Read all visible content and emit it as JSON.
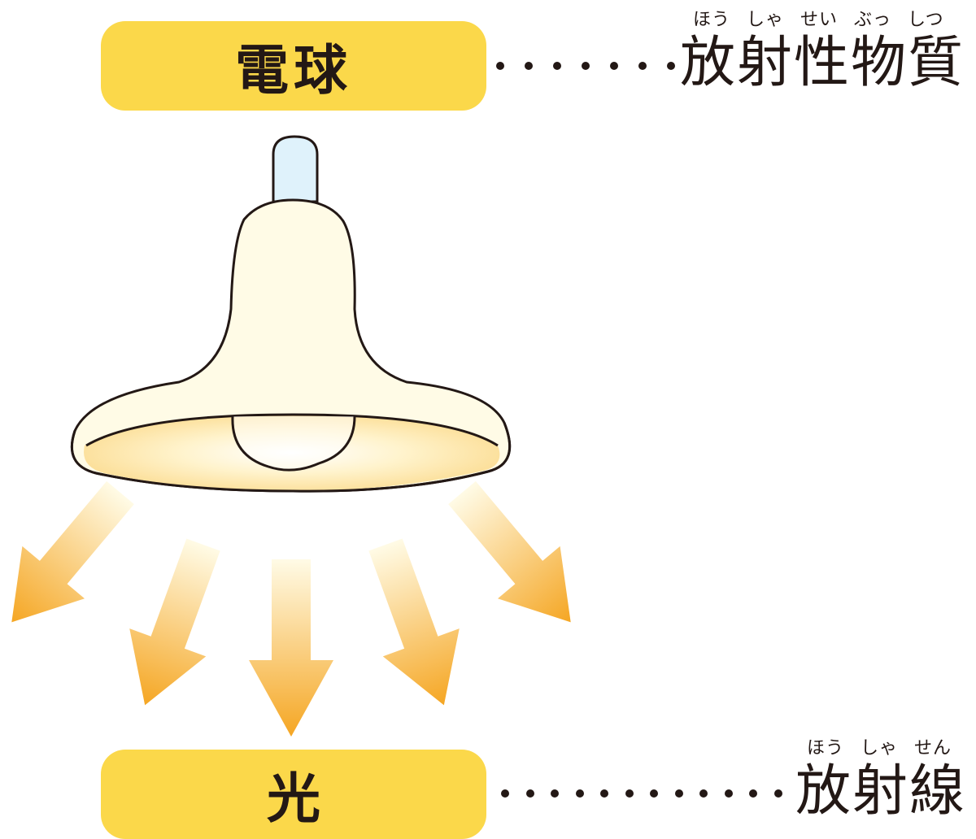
{
  "top_row": {
    "box_label": "電球",
    "term": "放射性物質",
    "ruby": "ほう しゃ せい ぶっ しつ"
  },
  "bottom_row": {
    "box_label": "光",
    "term": "放射線",
    "ruby": "ほう しゃ せん"
  },
  "colors": {
    "label_box": "#fbd84a",
    "lamp_shade": "#fffbe6",
    "lamp_inner": "#fde7a8",
    "socket": "#dff2fb",
    "arrow_start": "#fff6cf",
    "arrow_end": "#f5a623",
    "outline": "#231815"
  },
  "icons": {
    "lamp": "light-bulb-icon",
    "rays": "light-ray-arrow-icon"
  }
}
